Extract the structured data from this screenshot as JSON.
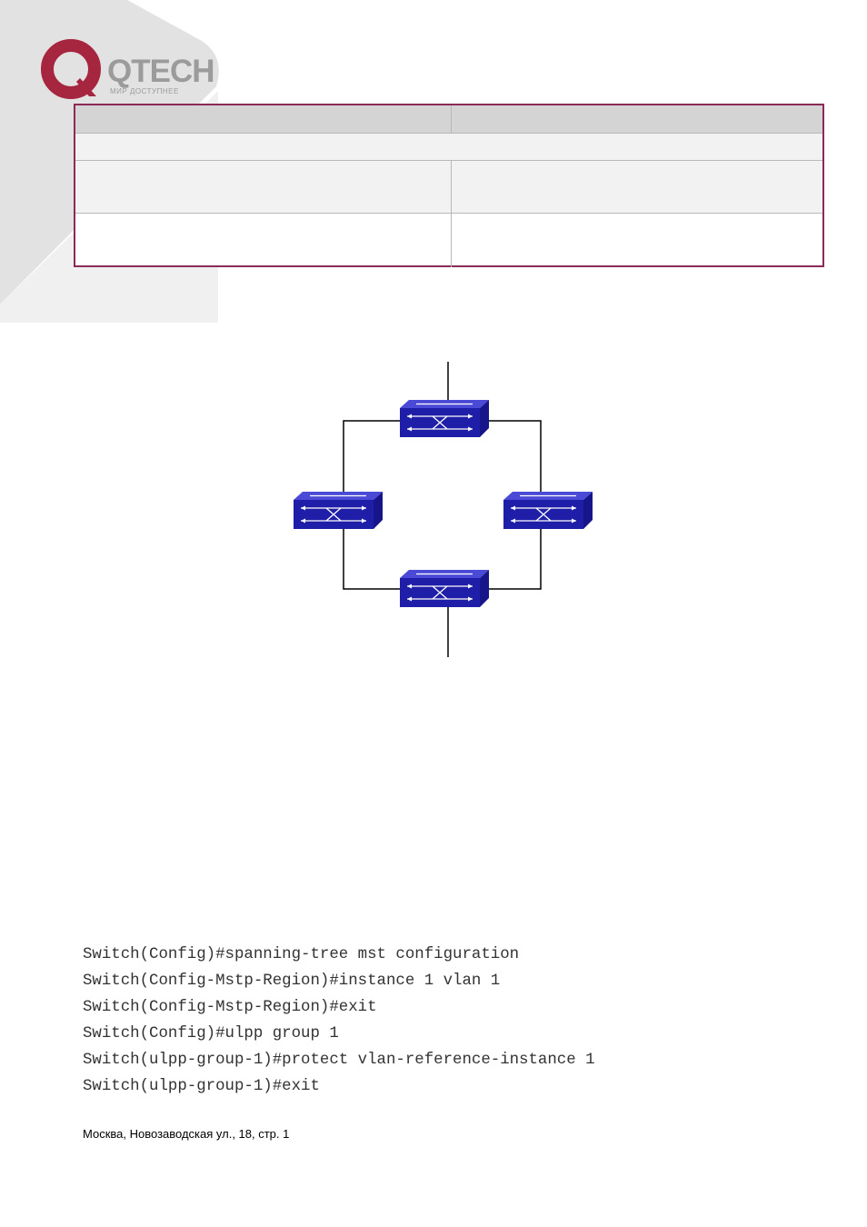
{
  "brand": {
    "name": "QTECH",
    "tagline": "МИР ДОСТУПНЕЕ",
    "colors": {
      "brand_red": "#a6253f",
      "brand_gray": "#9b9b9b",
      "table_border": "#8b2b55",
      "switch_blue": "#1e1ea8"
    }
  },
  "diagram": {
    "type": "ring-topology",
    "icons": [
      "switch-icon",
      "switch-icon",
      "switch-icon",
      "switch-icon"
    ]
  },
  "code": {
    "lines": [
      "Switch(Config)#spanning-tree mst configuration",
      "Switch(Config-Mstp-Region)#instance 1 vlan 1",
      "Switch(Config-Mstp-Region)#exit",
      "Switch(Config)#ulpp group 1",
      "Switch(ulpp-group-1)#protect vlan-reference-instance 1",
      "Switch(ulpp-group-1)#exit"
    ]
  },
  "footer": {
    "address": "Москва, Новозаводская ул., 18, стр. 1"
  }
}
